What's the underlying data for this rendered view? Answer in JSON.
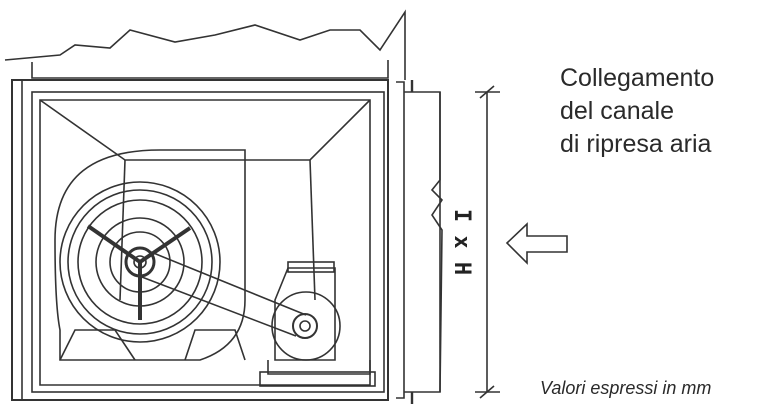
{
  "caption": {
    "line1": "Collegamento",
    "line2": "del canale",
    "line3": "di ripresa aria"
  },
  "dimension_label": "I x H",
  "units_note": "Valori espressi in mm"
}
